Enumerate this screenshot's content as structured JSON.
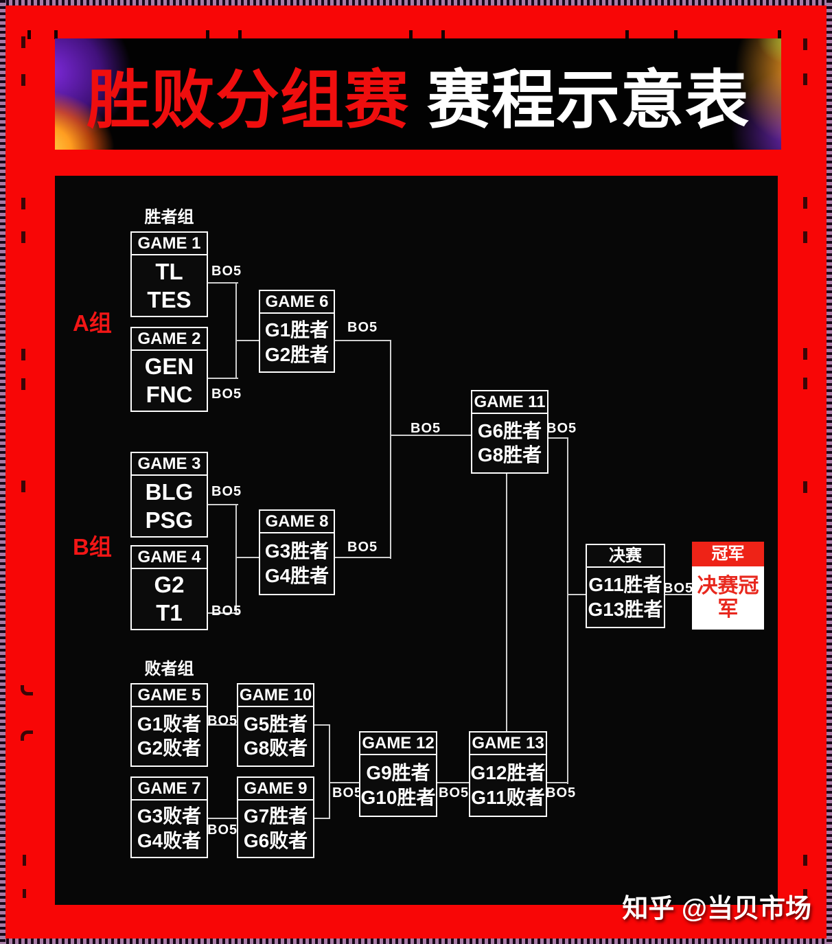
{
  "banner": {
    "title_red": "胜败分组赛",
    "title_white": "赛程示意表"
  },
  "labels": {
    "winners_group": "胜者组",
    "losers_group": "败者组",
    "group_a": "A组",
    "group_b": "B组",
    "bo5": "BO5"
  },
  "matches": [
    {
      "id": "game1",
      "title": "GAME 1",
      "slots": [
        "TL",
        "TES"
      ]
    },
    {
      "id": "game2",
      "title": "GAME 2",
      "slots": [
        "GEN",
        "FNC"
      ]
    },
    {
      "id": "game3",
      "title": "GAME 3",
      "slots": [
        "BLG",
        "PSG"
      ]
    },
    {
      "id": "game4",
      "title": "GAME 4",
      "slots": [
        "G2",
        "T1"
      ]
    },
    {
      "id": "game5",
      "title": "GAME 5",
      "slots": [
        "G1败者",
        "G2败者"
      ]
    },
    {
      "id": "game6",
      "title": "GAME 6",
      "slots": [
        "G1胜者",
        "G2胜者"
      ]
    },
    {
      "id": "game7",
      "title": "GAME 7",
      "slots": [
        "G3败者",
        "G4败者"
      ]
    },
    {
      "id": "game8",
      "title": "GAME 8",
      "slots": [
        "G3胜者",
        "G4胜者"
      ]
    },
    {
      "id": "game9",
      "title": "GAME 9",
      "slots": [
        "G7胜者",
        "G6败者"
      ]
    },
    {
      "id": "game10",
      "title": "GAME 10",
      "slots": [
        "G5胜者",
        "G8败者"
      ]
    },
    {
      "id": "game11",
      "title": "GAME 11",
      "slots": [
        "G6胜者",
        "G8胜者"
      ]
    },
    {
      "id": "game12",
      "title": "GAME 12",
      "slots": [
        "G9胜者",
        "G10胜者"
      ]
    },
    {
      "id": "game13",
      "title": "GAME 13",
      "slots": [
        "G12胜者",
        "G11败者"
      ]
    },
    {
      "id": "final",
      "title": "决赛",
      "slots": [
        "G11胜者",
        "G13胜者"
      ]
    }
  ],
  "champion": {
    "title": "冠军",
    "winner": "决赛冠军"
  },
  "watermark": "知乎 @当贝市场",
  "colors": {
    "frame_red": "#f80606",
    "banner_title_red": "#ef0e0e",
    "group_label_red": "#f21616",
    "champion_header_red": "#ee2317",
    "champion_text_red": "#e8281e",
    "box_border": "#ffffff",
    "connector_line": "#cfcfcf",
    "background_black": "#070707"
  }
}
